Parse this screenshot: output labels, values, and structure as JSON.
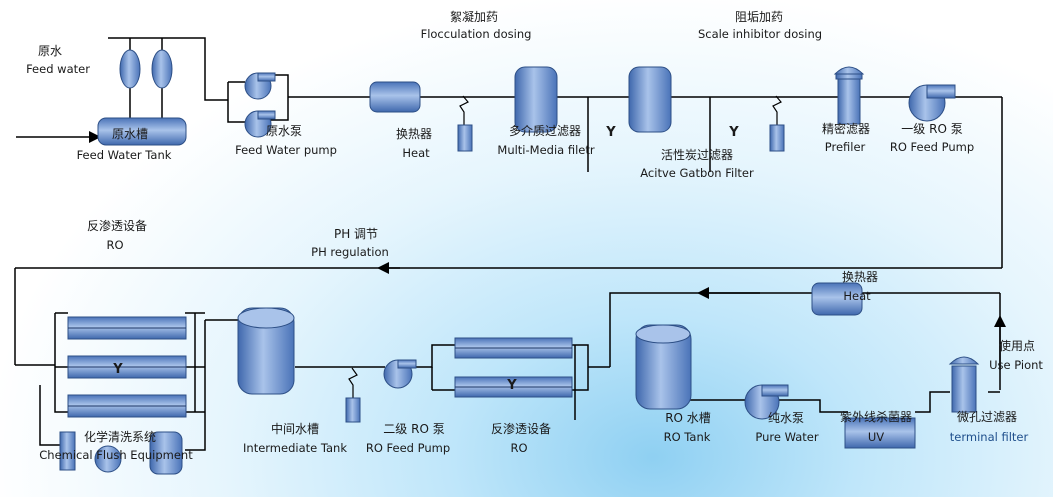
{
  "labels": {
    "feed_water_cn": "原水",
    "feed_water_en": "Feed water",
    "feed_tank_cn": "原水槽",
    "feed_tank_en": "Feed Water Tank",
    "feed_pump_cn": "原水泵",
    "feed_pump_en": "Feed Water pump",
    "heat1_cn": "换热器",
    "heat1_en": "Heat",
    "flocc_cn": "絮凝加药",
    "flocc_en": "Flocculation dosing",
    "mmf_cn": "多介质过滤器",
    "mmf_en": "Multi-Media filetr",
    "scale_cn": "阻垢加药",
    "scale_en": "Scale inhibitor dosing",
    "carbon_cn": "活性炭过滤器",
    "carbon_en": "Acitve Gatbon Filter",
    "prefilter_cn": "精密滤器",
    "prefilter_en": "Prefiler",
    "ro1_pump_cn": "一级 RO  泵",
    "ro1_pump_en": "RO Feed Pump",
    "ro_equip1_cn": "反渗透设备",
    "ro_equip1_en": "RO",
    "ph_cn": "PH 调节",
    "ph_en": "PH regulation",
    "heat2_cn": "换热器",
    "heat2_en": "Heat",
    "chem_cn": "化学清洗系统",
    "chem_en": "Chemical Flush Equipment",
    "inter_cn": "中间水槽",
    "inter_en": "Intermediate Tank",
    "ro2_pump_cn": "二级 RO  泵",
    "ro2_pump_en": "RO Feed Pump",
    "ro_equip2_cn": "反渗透设备",
    "ro_equip2_en": "RO",
    "ro_tank_cn": "RO 水槽",
    "ro_tank_en": "RO Tank",
    "pure_pump_cn": "纯水泵",
    "pure_pump_en": "Pure Water",
    "uv_cn": "紫外线杀菌器",
    "uv_en": "UV",
    "terminal_cn": "微孔过滤器",
    "terminal_en": "terminal filter",
    "use_cn": "使用点",
    "use_en": "Use Piont",
    "y_mark": "Y"
  },
  "colors": {
    "equipment_fill": "#5b82c3",
    "equipment_light": "#a9c3ea",
    "equipment_stroke": "#2d4f86",
    "pipe": "#000000"
  }
}
